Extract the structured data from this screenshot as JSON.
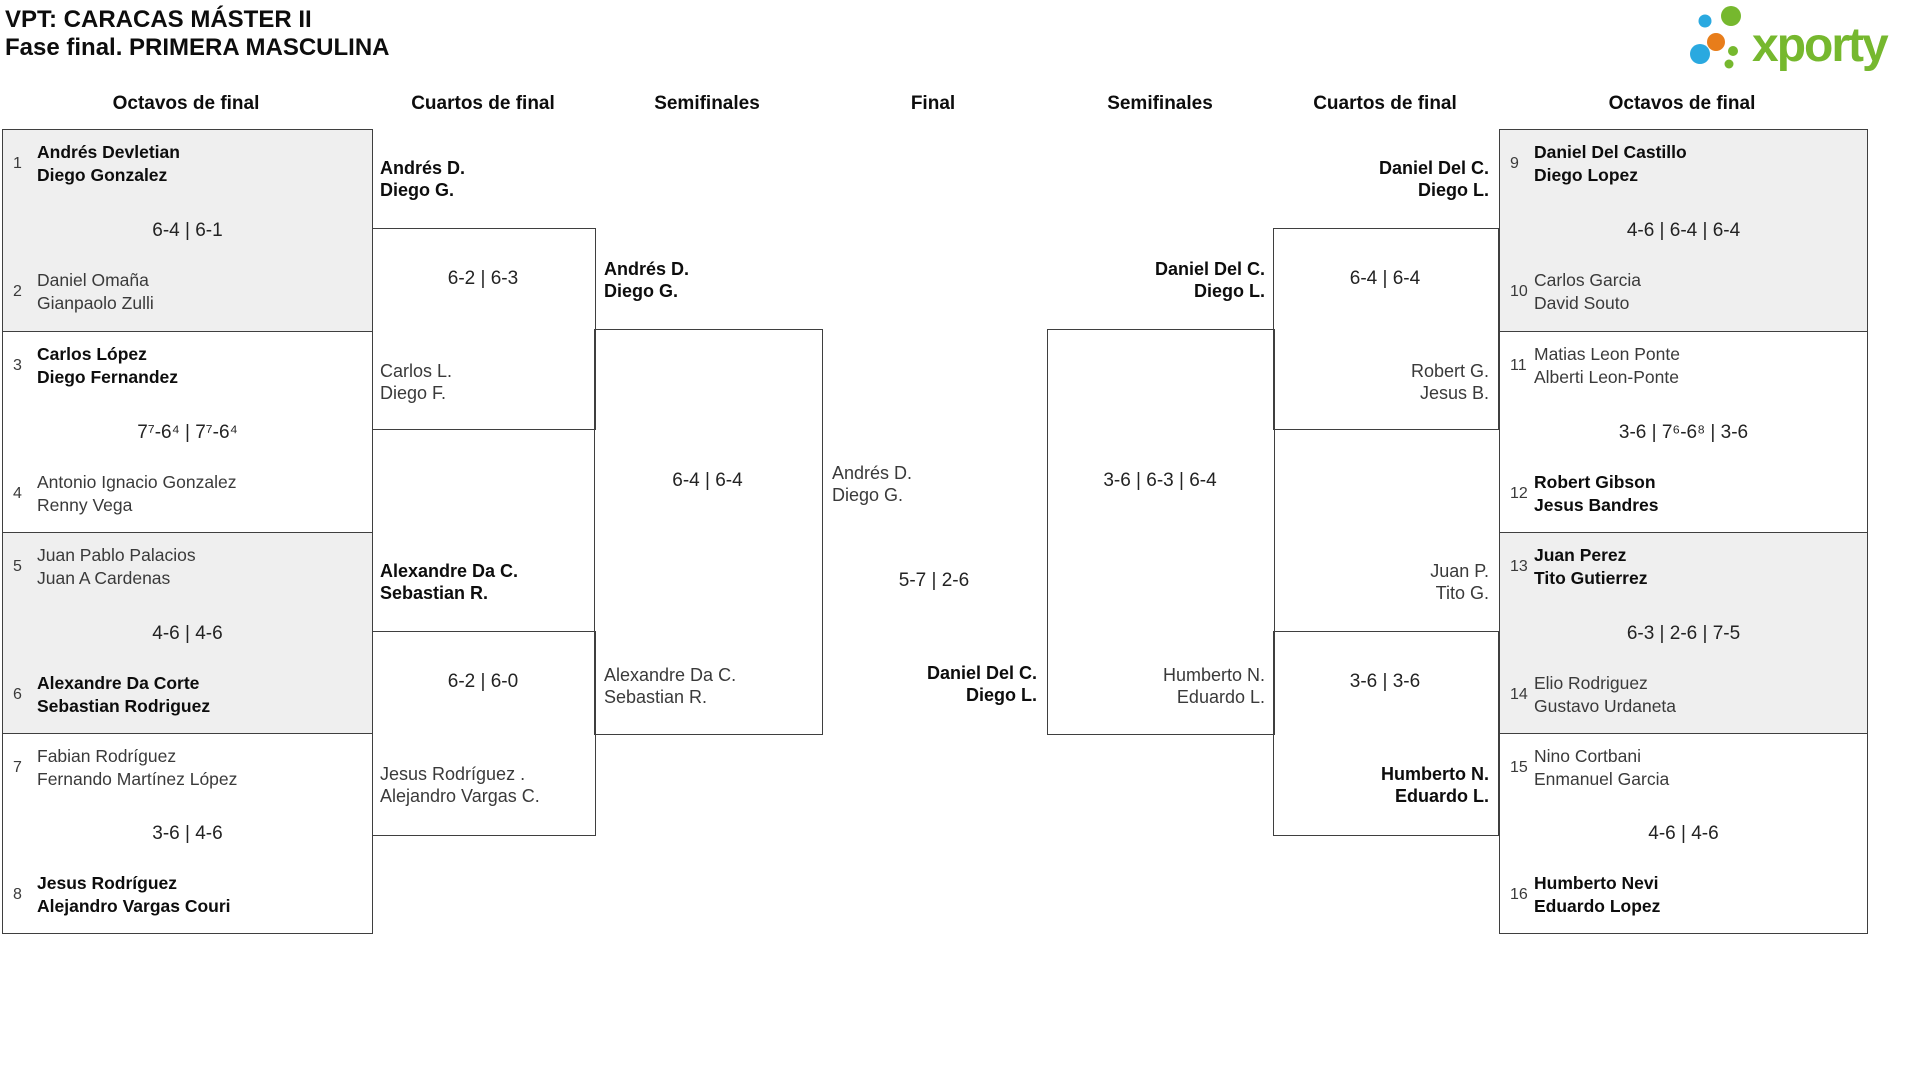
{
  "header": {
    "title_line1": "VPT: CARACAS MÁSTER II",
    "title_line2": "Fase final. PRIMERA MASCULINA"
  },
  "logo": {
    "text": "xporty",
    "green": "#76b82e",
    "blue": "#2aa9e0",
    "orange": "#e87d1a"
  },
  "round_headers": [
    "Octavos de final",
    "Cuartos de final",
    "Semifinales",
    "Final",
    "Semifinales",
    "Cuartos de final",
    "Octavos de final"
  ],
  "octavos_left": [
    {
      "score": "6-4 | 6-1",
      "top": {
        "seed": "1",
        "line1": "Andrés Devletian",
        "line2": "Diego Gonzalez",
        "winner": true
      },
      "bottom": {
        "seed": "2",
        "line1": "Daniel Omaña",
        "line2": "Gianpaolo Zulli",
        "winner": false
      }
    },
    {
      "score": "7⁷-6⁴ | 7⁷-6⁴",
      "top": {
        "seed": "3",
        "line1": "Carlos López",
        "line2": "Diego Fernandez",
        "winner": true
      },
      "bottom": {
        "seed": "4",
        "line1": "Antonio Ignacio Gonzalez",
        "line2": "Renny Vega",
        "winner": false
      }
    },
    {
      "score": "4-6 | 4-6",
      "top": {
        "seed": "5",
        "line1": "Juan Pablo Palacios",
        "line2": "Juan A Cardenas",
        "winner": false
      },
      "bottom": {
        "seed": "6",
        "line1": "Alexandre Da Corte",
        "line2": "Sebastian Rodriguez",
        "winner": true
      }
    },
    {
      "score": "3-6 | 4-6",
      "top": {
        "seed": "7",
        "line1": "Fabian Rodríguez",
        "line2": "Fernando Martínez López",
        "winner": false
      },
      "bottom": {
        "seed": "8",
        "line1": "Jesus Rodríguez",
        "line2": "Alejandro Vargas Couri",
        "winner": true
      }
    }
  ],
  "octavos_right": [
    {
      "score": "4-6 | 6-4 | 6-4",
      "top": {
        "seed": "9",
        "line1": "Daniel Del Castillo",
        "line2": "Diego Lopez",
        "winner": true
      },
      "bottom": {
        "seed": "10",
        "line1": "Carlos Garcia",
        "line2": "David Souto",
        "winner": false
      }
    },
    {
      "score": "3-6 | 7⁶-6⁸ | 3-6",
      "top": {
        "seed": "11",
        "line1": "Matias Leon Ponte",
        "line2": "Alberti Leon-Ponte",
        "winner": false
      },
      "bottom": {
        "seed": "12",
        "line1": "Robert Gibson",
        "line2": "Jesus Bandres",
        "winner": true
      }
    },
    {
      "score": "6-3 | 2-6 | 7-5",
      "top": {
        "seed": "13",
        "line1": "Juan Perez",
        "line2": "Tito Gutierrez",
        "winner": true
      },
      "bottom": {
        "seed": "14",
        "line1": "Elio Rodriguez",
        "line2": "Gustavo Urdaneta",
        "winner": false
      }
    },
    {
      "score": "4-6 | 4-6",
      "top": {
        "seed": "15",
        "line1": "Nino Cortbani",
        "line2": "Enmanuel Garcia",
        "winner": false
      },
      "bottom": {
        "seed": "16",
        "line1": "Humberto Nevi",
        "line2": "Eduardo Lopez",
        "winner": true
      }
    }
  ],
  "cuartos_left": [
    {
      "score": "6-2 | 6-3",
      "top": {
        "line1": "Andrés D.",
        "line2": "Diego G.",
        "winner": true
      },
      "bottom": {
        "line1": "Carlos L.",
        "line2": "Diego F.",
        "winner": false
      }
    },
    {
      "score": "6-2 | 6-0",
      "top": {
        "line1": "Alexandre Da C.",
        "line2": "Sebastian R.",
        "winner": true
      },
      "bottom": {
        "line1": "Jesus Rodríguez .",
        "line2": "Alejandro Vargas C.",
        "winner": false
      }
    }
  ],
  "semi_left": {
    "score": "6-4 | 6-4",
    "top": {
      "line1": "Andrés D.",
      "line2": "Diego G.",
      "winner": true
    },
    "bottom": {
      "line1": "Alexandre Da C.",
      "line2": "Sebastian R.",
      "winner": false
    }
  },
  "final": {
    "score": "5-7 | 2-6",
    "top": {
      "line1": "Andrés D.",
      "line2": "Diego G.",
      "winner": false
    },
    "bottom": {
      "line1": "Daniel Del C.",
      "line2": "Diego L.",
      "winner": true
    }
  },
  "semi_right": {
    "score": "3-6 | 6-3 | 6-4",
    "top": {
      "line1": "Daniel Del C.",
      "line2": "Diego L.",
      "winner": true
    },
    "bottom": {
      "line1": "Humberto N.",
      "line2": "Eduardo L.",
      "winner": false
    }
  },
  "cuartos_right": [
    {
      "score": "6-4 | 6-4",
      "top": {
        "line1": "Daniel Del C.",
        "line2": "Diego L.",
        "winner": true
      },
      "bottom": {
        "line1": "Robert G.",
        "line2": "Jesus B.",
        "winner": false
      }
    },
    {
      "score": "3-6 | 3-6",
      "top": {
        "line1": "Juan P.",
        "line2": "Tito G.",
        "winner": false
      },
      "bottom": {
        "line1": "Humberto N.",
        "line2": "Eduardo L.",
        "winner": true
      }
    }
  ]
}
